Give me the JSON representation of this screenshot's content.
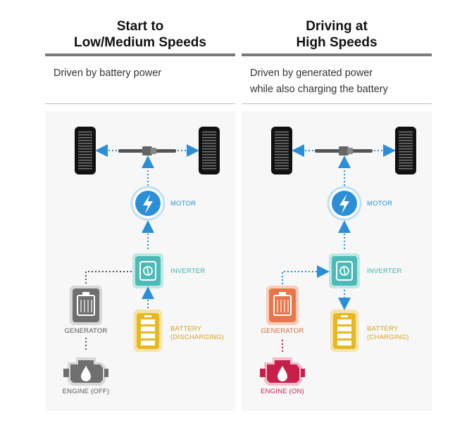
{
  "panels": [
    {
      "title_line1": "Start to",
      "title_line2": "Low/Medium Speeds",
      "subtitle_line1": "Driven by battery power",
      "subtitle_line2": "",
      "motor_label": "MOTOR",
      "inverter_label": "INVERTER",
      "battery_label_line1": "BATTERY",
      "battery_label_line2": "(DISCHARGING)",
      "generator_label": "GENERATOR",
      "engine_label": "ENGINE (OFF)"
    },
    {
      "title_line1": "Driving at",
      "title_line2": "High Speeds",
      "subtitle_line1": "Driven by generated power",
      "subtitle_line2": "while also charging the battery",
      "motor_label": "MOTOR",
      "inverter_label": "INVERTER",
      "battery_label_line1": "BATTERY",
      "battery_label_line2": "(CHARGING)",
      "generator_label": "GENERATOR",
      "engine_label": "ENGINE (ON)"
    }
  ],
  "colors": {
    "motor_blue": "#2a8fd6",
    "inverter_teal": "#4cbab6",
    "battery_gold": "#e8b821",
    "generator_off": "#6f6f6f",
    "generator_on": "#e8764a",
    "engine_off": "#6f6f6f",
    "engine_on": "#c71f48",
    "flow_arrow": "#2a8fd6"
  },
  "icons": {
    "wheel": "tire-icon",
    "motor": "lightning-bolt-icon",
    "inverter": "inverter-icon",
    "battery": "battery-icon",
    "generator": "generator-icon",
    "engine": "oil-drop-engine-icon"
  }
}
